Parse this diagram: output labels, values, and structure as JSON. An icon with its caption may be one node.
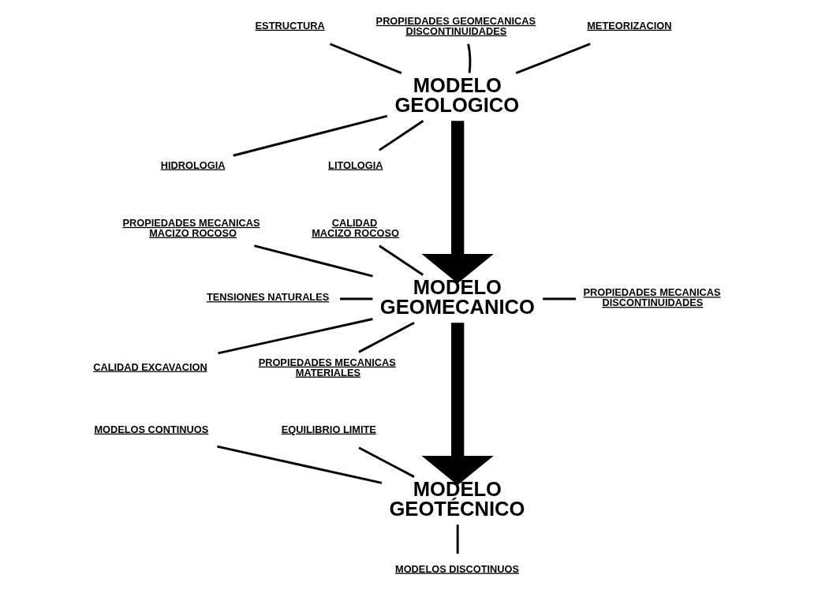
{
  "diagram": {
    "nodes": [
      {
        "text": [
          "ESTRUCTURA"
        ]
      },
      {
        "text": [
          "PROPIEDADES GEOMECANICAS DISCONTINUIDADES"
        ]
      },
      {
        "text": [
          "METEORIZACION"
        ]
      },
      {
        "text": [
          "MODELO GEOLOGICO"
        ]
      },
      {
        "text": [
          "HIDROLOGIA"
        ]
      },
      {
        "text": [
          "LITOLOGIA"
        ]
      },
      {
        "text": [
          "PROPIEDADES MECANICAS MACIZO ROCOSO"
        ]
      },
      {
        "text": [
          "CALIDAD MACIZO ROCOSO"
        ]
      },
      {
        "text": [
          "TENSIONES NATURALES"
        ]
      },
      {
        "text": [
          "MODELO GEOMECANICO"
        ]
      },
      {
        "text": [
          "PROPIEDADES MECANICAS DISCONTINUIDADES"
        ]
      },
      {
        "text": [
          "CALIDAD EXCAVACION"
        ]
      },
      {
        "text": [
          "PROPIEDADES MECANICAS MATERIALES"
        ]
      },
      {
        "text": [
          "MODELOS CONTINUOS"
        ]
      },
      {
        "text": [
          "EQUILIBRIO LIMITE"
        ]
      },
      {
        "text": [
          "MODELO GEOTÉCNICO"
        ]
      },
      {
        "text": [
          "MODELOS DISCOTINUOS"
        ]
      }
    ],
    "edges": [
      {
        "from": 0,
        "to": 3,
        "arrow": "none"
      },
      {
        "from": 1,
        "to": 3,
        "arrow": "none"
      },
      {
        "from": 2,
        "to": 3,
        "arrow": "none"
      },
      {
        "from": 3,
        "to": 4,
        "arrow": "none"
      },
      {
        "from": 3,
        "to": 5,
        "arrow": "none"
      },
      {
        "from": 3,
        "to": 9,
        "arrow": "to",
        "style": "thick"
      },
      {
        "from": 6,
        "to": 9,
        "arrow": "none"
      },
      {
        "from": 7,
        "to": 9,
        "arrow": "none"
      },
      {
        "from": 8,
        "to": 9,
        "arrow": "none"
      },
      {
        "from": 9,
        "to": 10,
        "arrow": "none"
      },
      {
        "from": 9,
        "to": 11,
        "arrow": "none"
      },
      {
        "from": 9,
        "to": 12,
        "arrow": "none"
      },
      {
        "from": 9,
        "to": 15,
        "arrow": "to",
        "style": "thick"
      },
      {
        "from": 13,
        "to": 15,
        "arrow": "none"
      },
      {
        "from": 14,
        "to": 15,
        "arrow": "none"
      },
      {
        "from": 15,
        "to": 16,
        "arrow": "none"
      }
    ]
  }
}
